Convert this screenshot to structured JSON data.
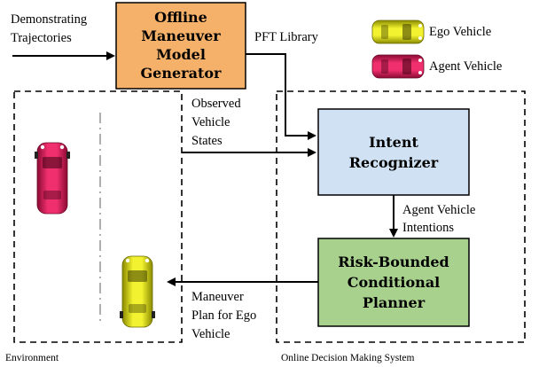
{
  "inputs": {
    "demonstrating_line1": "Demonstrating",
    "demonstrating_line2": "Trajectories"
  },
  "offline_generator": {
    "line1": "Offline",
    "line2": "Maneuver",
    "line3": "Model",
    "line4": "Generator",
    "fill": "#f5b069"
  },
  "pft_library": "PFT Library",
  "legend": {
    "ego": "Ego Vehicle",
    "agent": "Agent Vehicle",
    "ego_color": "#e4e400",
    "agent_color": "#e0165a"
  },
  "observed": {
    "line1": "Observed",
    "line2": "Vehicle",
    "line3": "States"
  },
  "intent_recognizer": {
    "line1": "Intent",
    "line2": "Recognizer",
    "fill": "#cfe1f3"
  },
  "agent_intentions": {
    "line1": "Agent Vehicle",
    "line2": "Intentions"
  },
  "planner": {
    "line1": "Risk-Bounded",
    "line2": "Conditional",
    "line3": "Planner",
    "fill": "#a9d18e"
  },
  "maneuver_plan": {
    "line1": "Maneuver",
    "line2": "Plan for Ego",
    "line3": "Vehicle"
  },
  "regions": {
    "environment": "Environment",
    "online": "Online Decision Making System"
  }
}
